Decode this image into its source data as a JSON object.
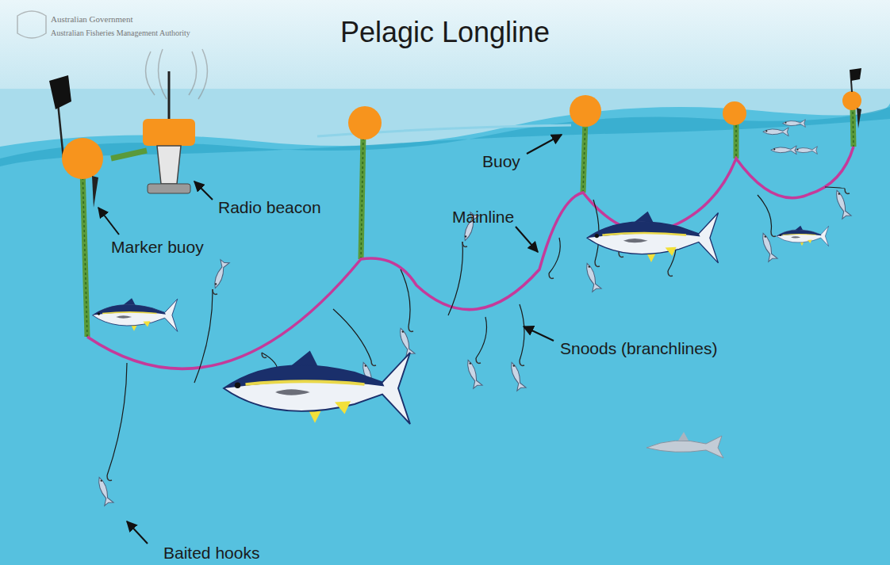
{
  "diagram": {
    "title": "Pelagic Longline",
    "labels": [
      "Australian Government",
      "Australian Fisheries Management Authority",
      "Radio beacon",
      "Marker buoy",
      "Buoy",
      "Mainline",
      "Snoods (branchlines)",
      "Baited hooks"
    ]
  }
}
